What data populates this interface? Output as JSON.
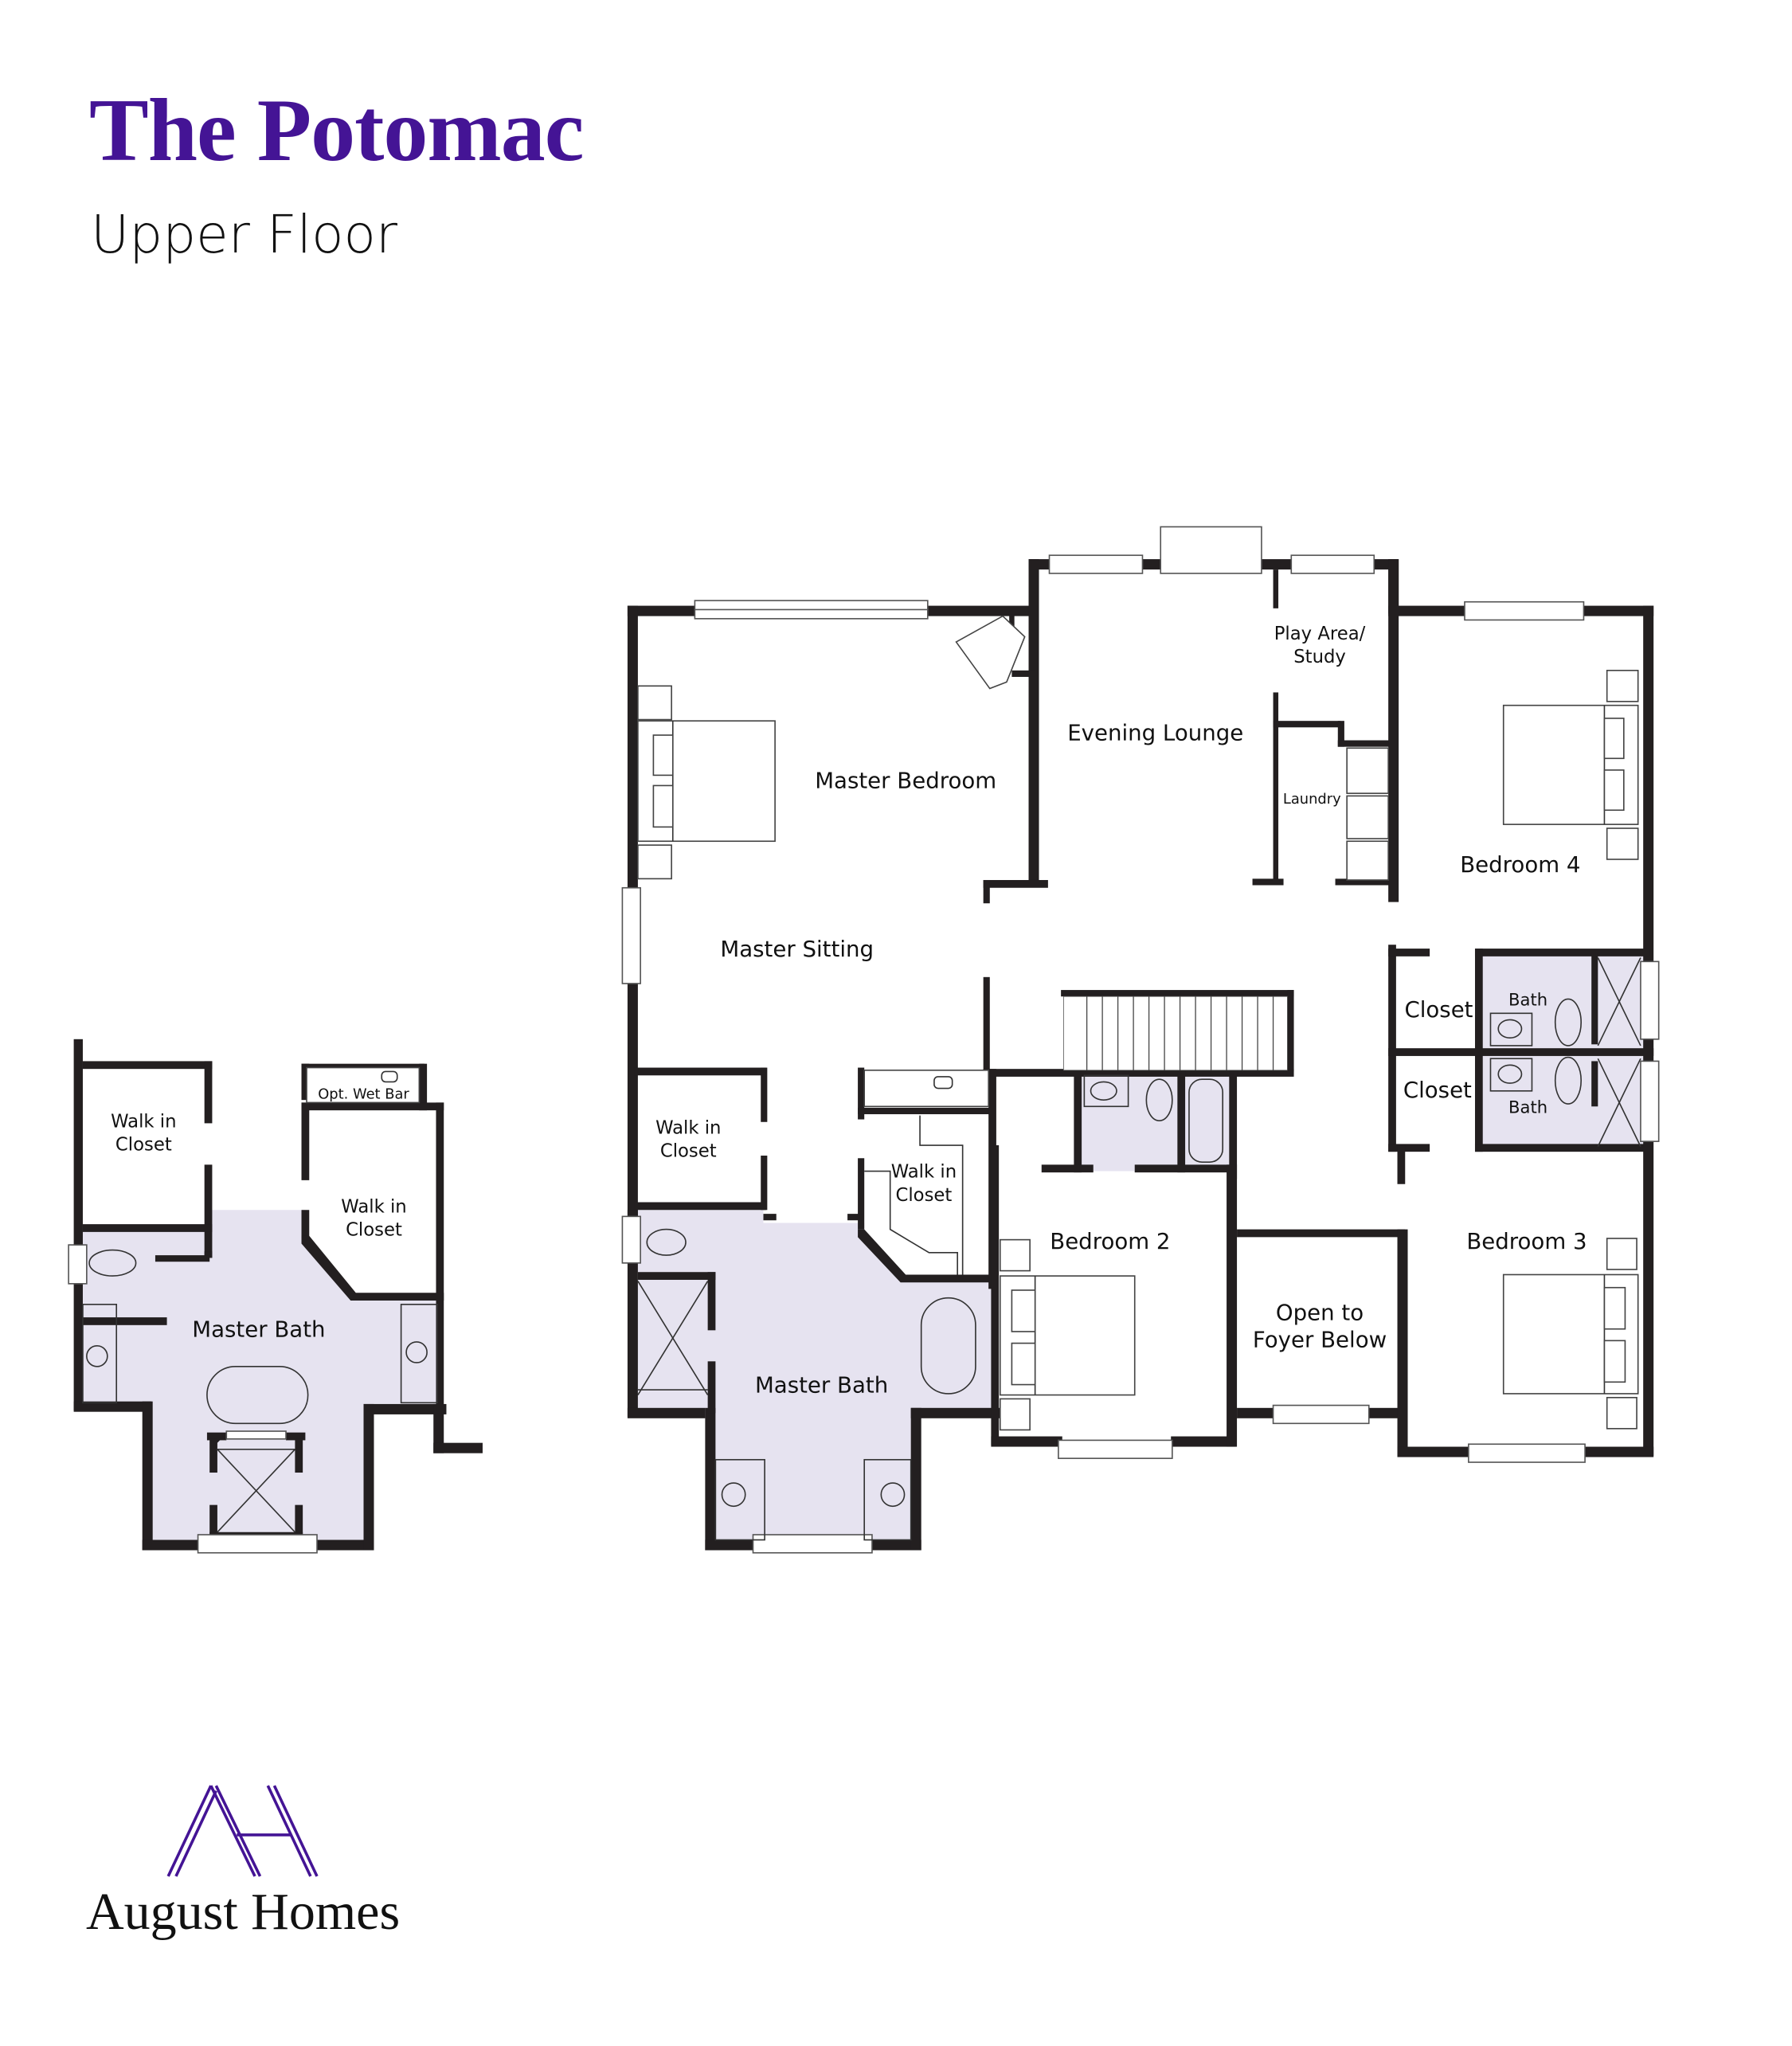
{
  "header": {
    "title": "The Potomac",
    "subtitle": "Upper Floor"
  },
  "colors": {
    "brand_purple": "#441495",
    "wall": "#231f20",
    "bath_fill": "#e6e3f0"
  },
  "main_plan": {
    "rooms": {
      "master_bedroom": "Master Bedroom",
      "evening_lounge": "Evening Lounge",
      "play_area_line1": "Play Area/",
      "play_area_line2": "Study",
      "laundry": "Laundry",
      "bedroom4": "Bedroom 4",
      "master_sitting": "Master Sitting",
      "closet_upper": "Closet",
      "bath_upper": "Bath",
      "closet_lower": "Closet",
      "bath_lower": "Bath",
      "walk_in_left_line1": "Walk in",
      "walk_in_left_line2": "Closet",
      "walk_in_right_line1": "Walk in",
      "walk_in_right_line2": "Closet",
      "bedroom2": "Bedroom 2",
      "bedroom3": "Bedroom 3",
      "open_foyer_line1": "Open to",
      "open_foyer_line2": "Foyer Below",
      "master_bath": "Master Bath"
    }
  },
  "option_plan": {
    "rooms": {
      "walk_in_left_line1": "Walk in",
      "walk_in_left_line2": "Closet",
      "opt_wet_bar": "Opt. Wet Bar",
      "walk_in_right_line1": "Walk in",
      "walk_in_right_line2": "Closet",
      "master_bath": "Master Bath"
    }
  },
  "footer": {
    "logo_icon": "ah-monogram-icon",
    "brand_name": "August Homes"
  }
}
